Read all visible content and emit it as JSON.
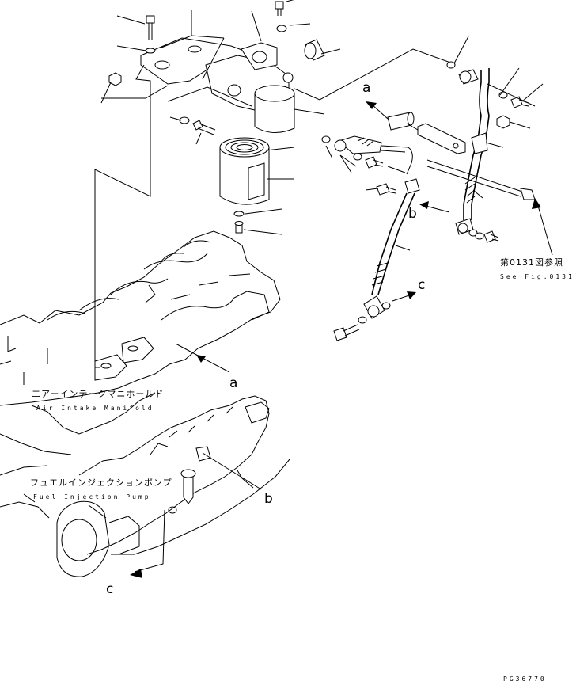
{
  "labels": {
    "air_intake_jp": "エアーインテークマニホールド",
    "air_intake_en": "Air Intake Manifold",
    "fuel_pump_jp": "フュエルインジェクションポンプ",
    "fuel_pump_en": "Fuel Injection Pump",
    "see_fig_jp": "第0131図参照",
    "see_fig_en": "See Fig.0131",
    "drawing_code": "PG36770"
  },
  "callouts": {
    "a_top": "a",
    "b_top": "b",
    "c_top": "c",
    "a_bottom": "a",
    "b_bottom": "b",
    "c_bottom": "c"
  }
}
